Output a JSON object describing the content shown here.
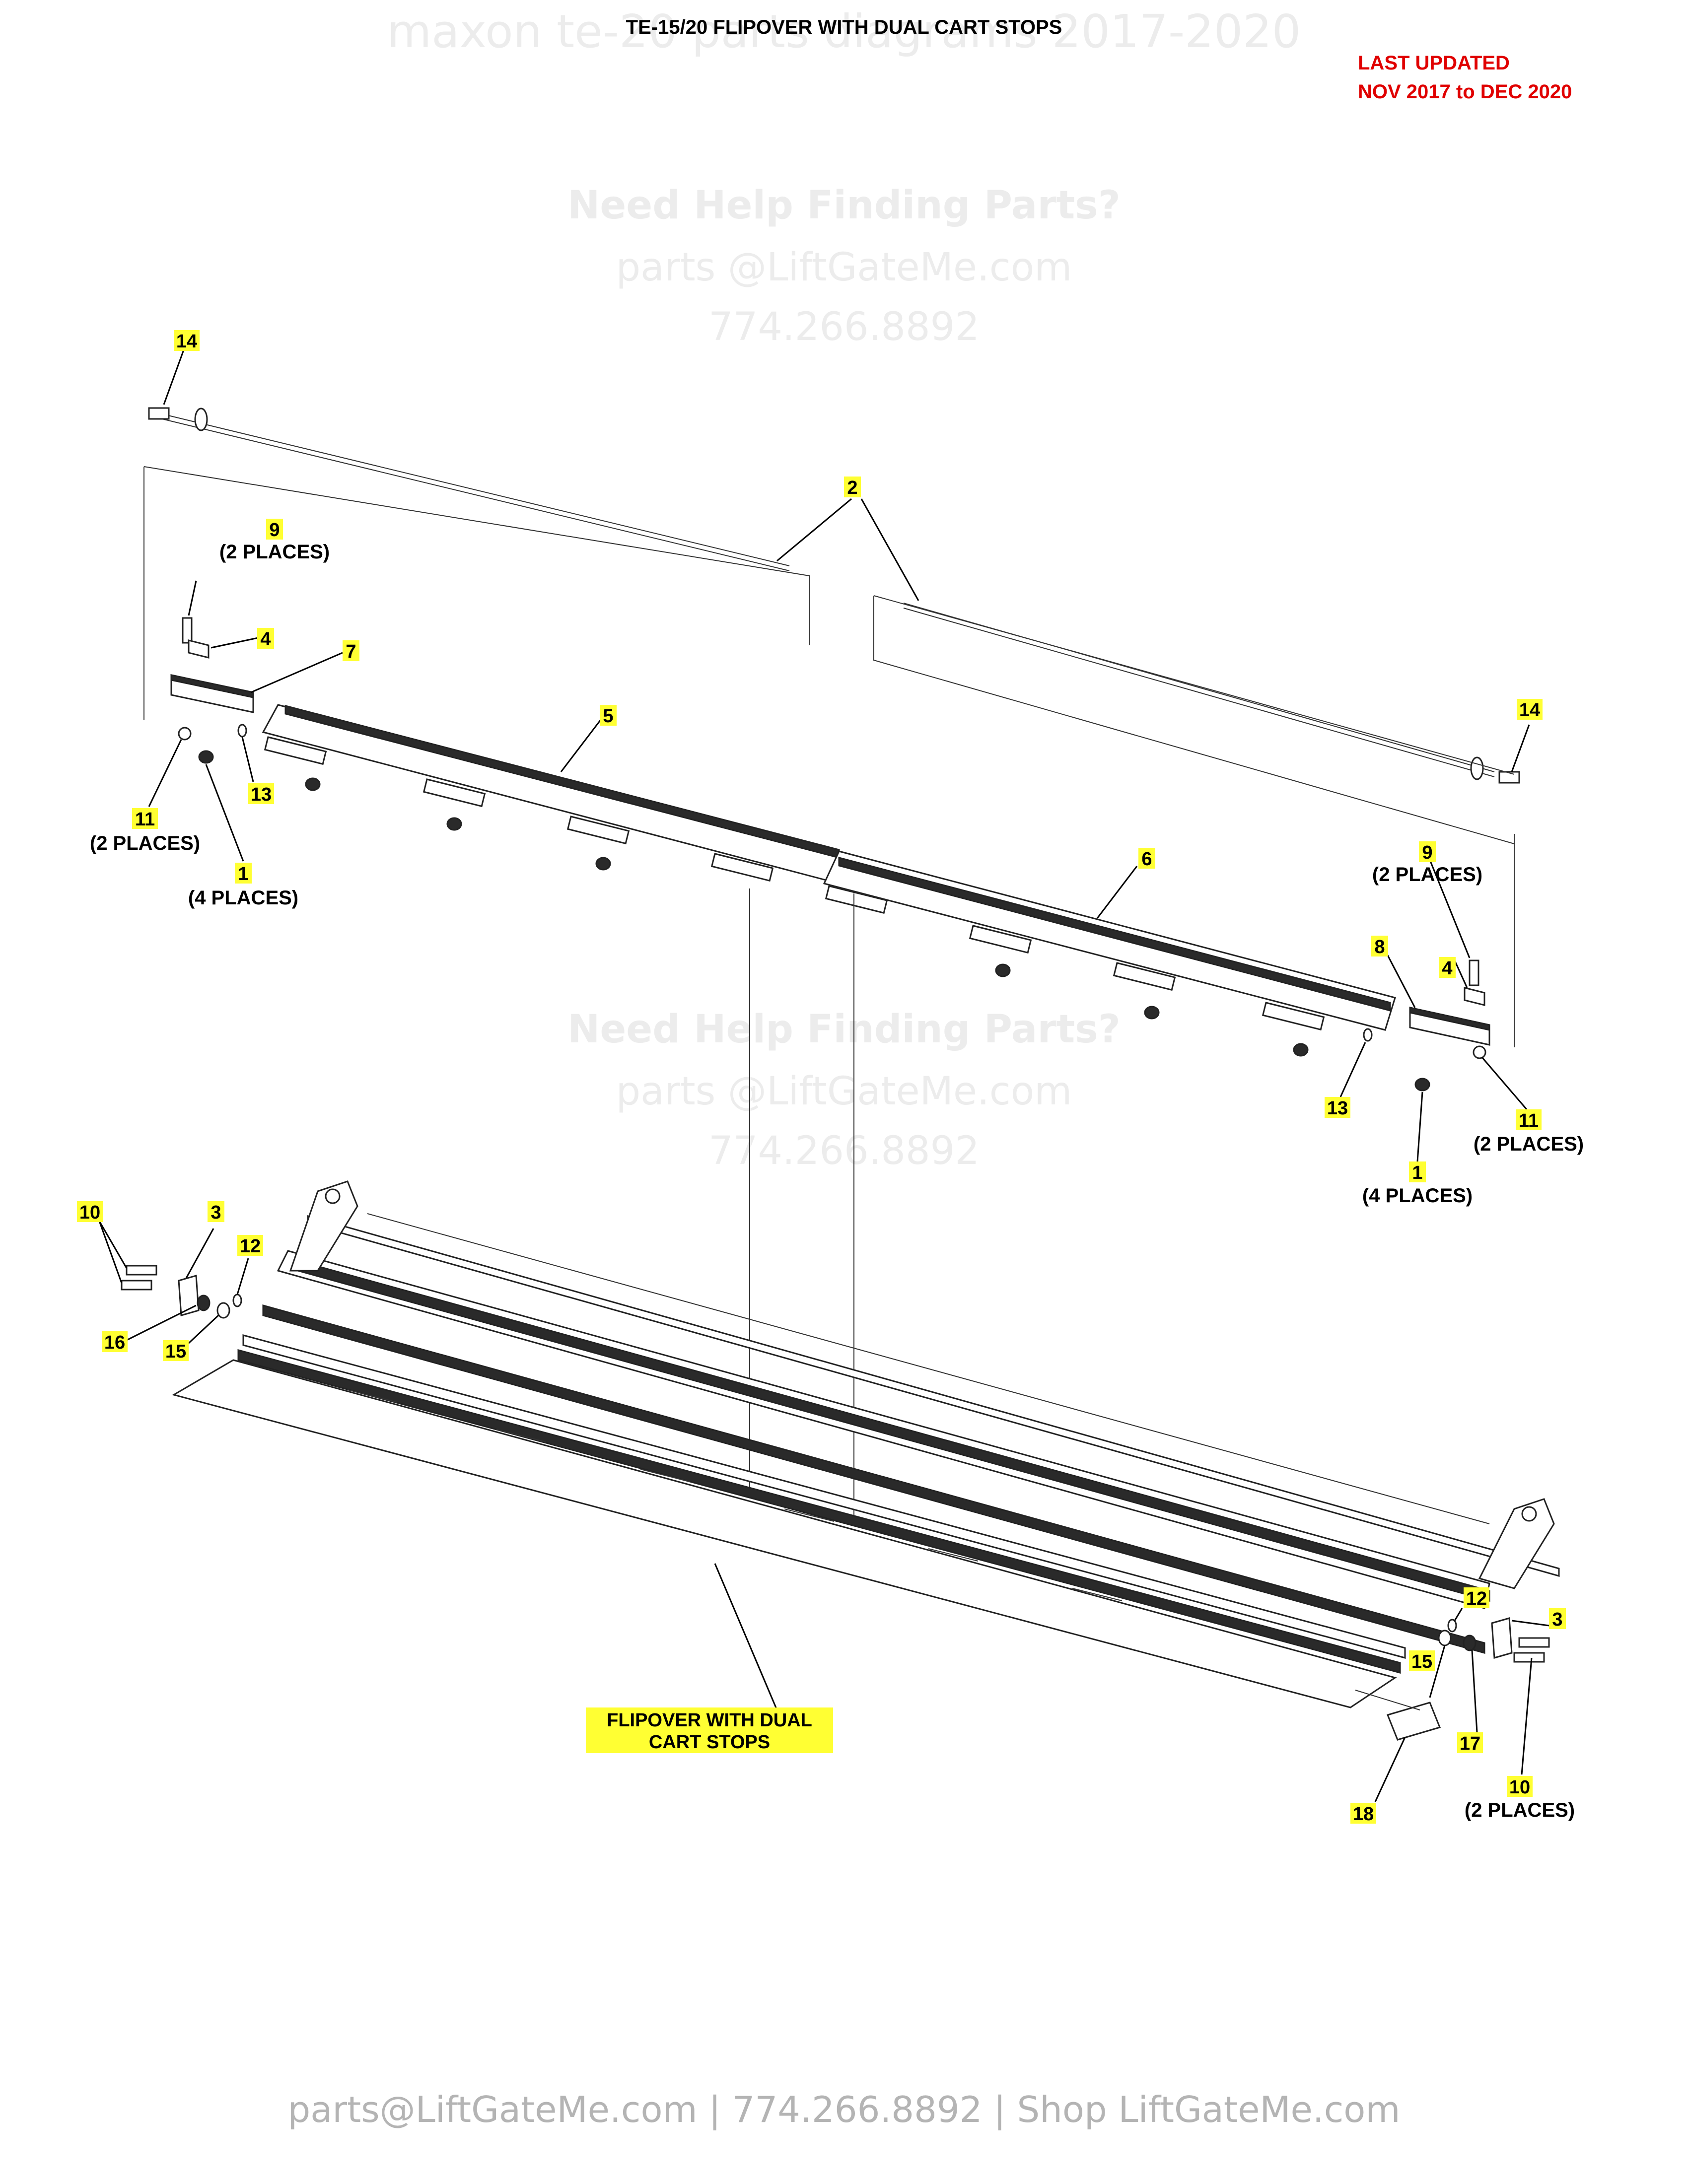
{
  "header": {
    "watermark_top": "maxon te-20 parts diagrams 2017-2020",
    "title": "TE-15/20 FLIPOVER WITH DUAL CART STOPS",
    "last_updated_line1": "LAST UPDATED",
    "last_updated_line2": "NOV 2017 to DEC 2020"
  },
  "watermarks": {
    "help": "Need Help Finding Parts?",
    "email": "parts @LiftGateMe.com",
    "phone": "774.266.8892"
  },
  "callouts": {
    "c1a": "1",
    "c1b": "1",
    "c2": "2",
    "c3a": "3",
    "c3b": "3",
    "c4a": "4",
    "c4b": "4",
    "c5": "5",
    "c6": "6",
    "c7": "7",
    "c8": "8",
    "c9a": "9",
    "c9b": "9",
    "c10a": "10",
    "c10b": "10",
    "c11a": "11",
    "c11b": "11",
    "c12a": "12",
    "c12b": "12",
    "c13a": "13",
    "c13b": "13",
    "c14a": "14",
    "c14b": "14",
    "c15a": "15",
    "c15b": "15",
    "c16": "16",
    "c17": "17",
    "c18": "18",
    "main_line1": "FLIPOVER WITH DUAL",
    "main_line2": "CART STOPS"
  },
  "places": {
    "two": "(2 PLACES)",
    "four": "(4 PLACES)"
  },
  "footer": {
    "text": "parts@LiftGateMe.com | 774.266.8892 | Shop LiftGateMe.com"
  },
  "colors": {
    "callout_highlight": "#ffff33",
    "updated_red": "#e00000",
    "watermark_gray": "#ececec",
    "footer_gray": "#b4b4b4"
  }
}
